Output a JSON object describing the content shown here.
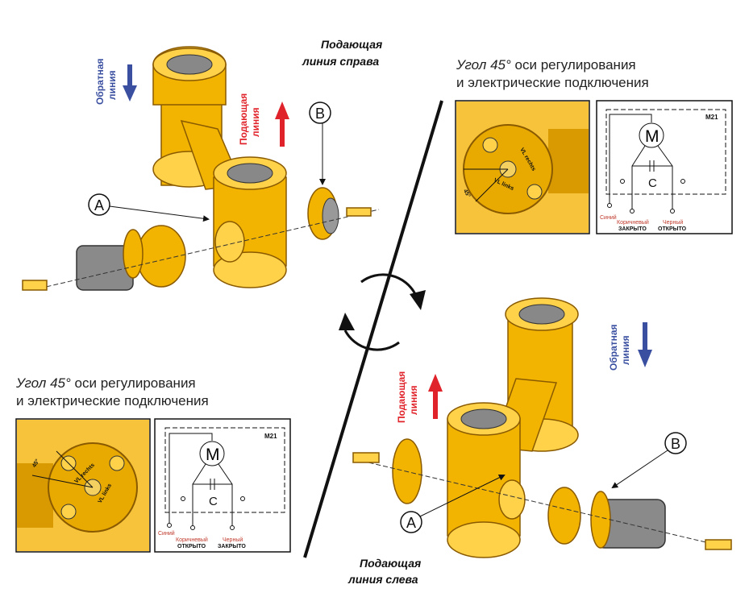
{
  "top_left": {
    "return_line_label": [
      "Обратная",
      "линия"
    ],
    "supply_line_label": [
      "Подающая",
      "линия"
    ],
    "caption": [
      "Подающая",
      "линия справа"
    ],
    "callout_a": "A",
    "callout_b": "B"
  },
  "bottom_right": {
    "return_line_label": [
      "Обратная",
      "линия"
    ],
    "supply_line_label": [
      "Подающая",
      "линия"
    ],
    "caption": [
      "Подающая",
      "линия слева"
    ],
    "callout_a": "A",
    "callout_b": "B"
  },
  "right_panel": {
    "title_italic": "Угол 45°",
    "title_rest": " оси регулирования",
    "title_line2": "и электрические подключения",
    "angle": "45°",
    "dial_top": "VL rechts",
    "dial_bottom": "VL links",
    "wiring": {
      "model": "M21",
      "motor": "M",
      "capacitor": "C",
      "wire_blue": "Синий",
      "wire_brown": "Коричневый",
      "wire_brown_state": "ЗАКРЫТО",
      "wire_black": "Черный",
      "wire_black_state": "ОТКРЫТО"
    }
  },
  "left_panel": {
    "title_italic": "Угол 45°",
    "title_rest": " оси регулирования",
    "title_line2": "и электрические подключения",
    "angle": "45°",
    "dial_top": "VL rechts",
    "dial_bottom": "VL links",
    "wiring": {
      "model": "M21",
      "motor": "M",
      "capacitor": "C",
      "wire_blue": "Синий",
      "wire_brown": "Коричневый",
      "wire_brown_state": "ОТКРЫТО",
      "wire_black": "Черный",
      "wire_black_state": "ЗАКРЫТО"
    }
  },
  "colors": {
    "blue": "#3a4fa0",
    "red": "#e0232a",
    "brass": "#f2b400"
  }
}
